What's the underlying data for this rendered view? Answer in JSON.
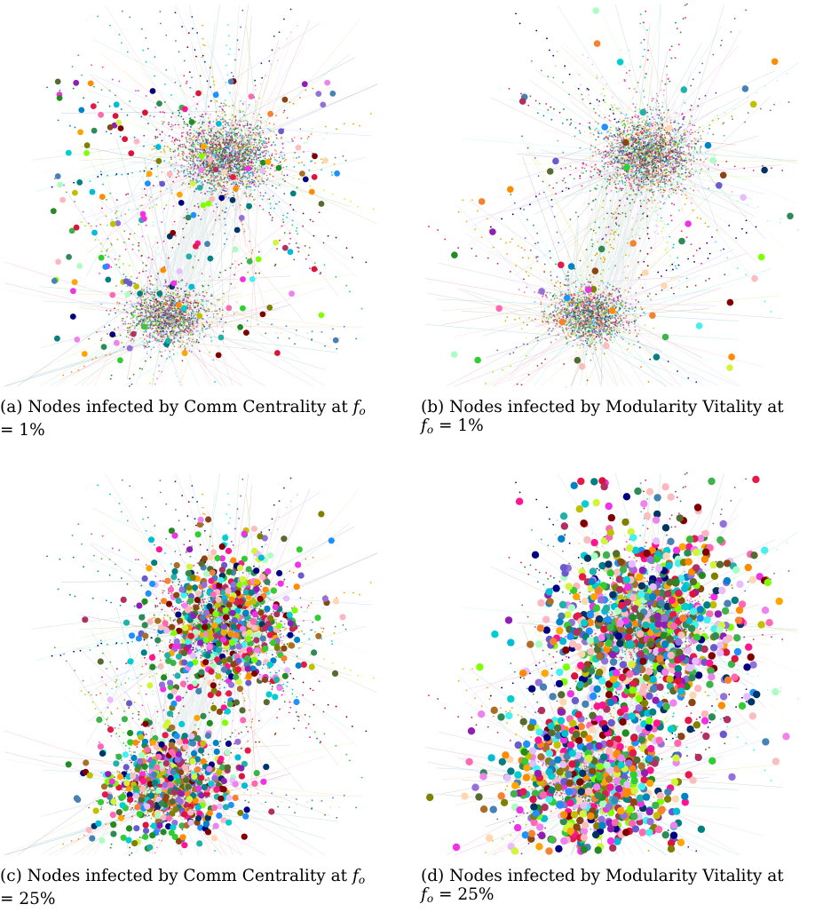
{
  "panels": [
    {
      "label": "(a)",
      "caption_line1": "(a) Nodes infected by Comm Centrality at",
      "caption_line2": "= 1%",
      "method": "Comm Centrality",
      "fo_percent": 1
    },
    {
      "label": "(b)",
      "caption_line1": "(b) Nodes infected by Modularity Vitality at",
      "caption_line2": "= 1%",
      "method": "Modularity Vitality",
      "fo_percent": 1
    },
    {
      "label": "(c)",
      "caption_line1": "(c) Nodes infected by Comm Centrality at",
      "caption_line2": "= 25%",
      "method": "Comm Centrality",
      "fo_percent": 25
    },
    {
      "label": "(d)",
      "caption_line1": "(d) Nodes infected by Modularity Vitality at",
      "caption_line2": "= 25%",
      "method": "Modularity Vitality",
      "fo_percent": 25
    }
  ],
  "symbol": {
    "var": "f",
    "sub": "o"
  },
  "palette": [
    "#e6194b",
    "#3cb44b",
    "#0082c8",
    "#f58231",
    "#911eb4",
    "#46f0f0",
    "#f032e6",
    "#d2f53c",
    "#fabebe",
    "#008080",
    "#e6beff",
    "#aa6e28",
    "#800000",
    "#aaffc3",
    "#808000",
    "#ffd8b1",
    "#000080",
    "#00bcd4",
    "#ff69b4",
    "#2e8b57",
    "#ffa500",
    "#6a5acd",
    "#00ced1",
    "#7fff00",
    "#dc143c",
    "#1e90ff",
    "#ff1493",
    "#32cd32",
    "#8b4513",
    "#20b2aa",
    "#ff8c00",
    "#9370db",
    "#228b22",
    "#b03060",
    "#4682b4",
    "#c0c000",
    "#003366",
    "#556b2f",
    "#ee82ee",
    "#ffb6c1"
  ]
}
